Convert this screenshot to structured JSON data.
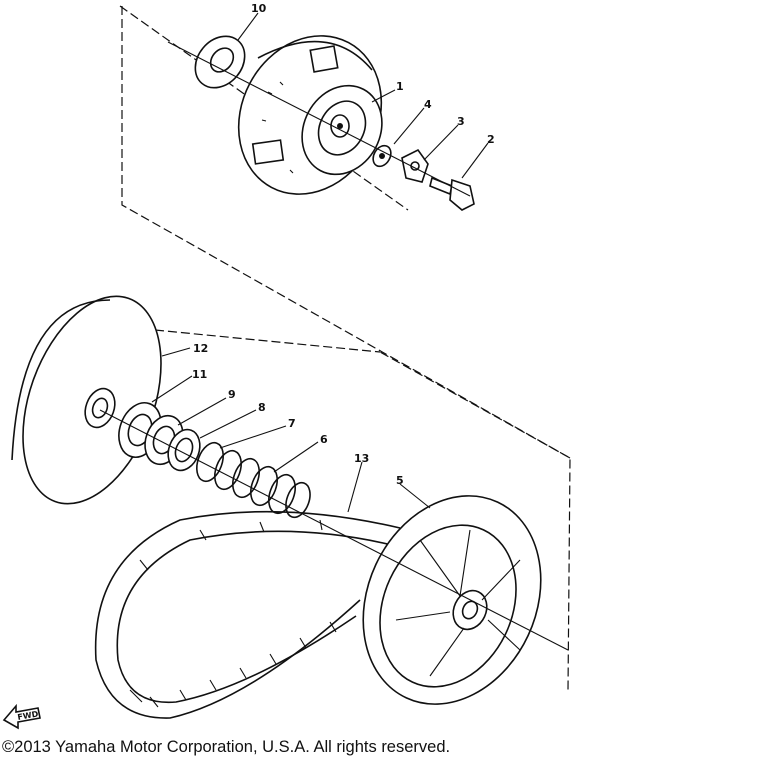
{
  "diagram": {
    "callouts": [
      {
        "id": "part-1",
        "label": "1"
      },
      {
        "id": "part-2",
        "label": "2"
      },
      {
        "id": "part-3",
        "label": "3"
      },
      {
        "id": "part-4",
        "label": "4"
      },
      {
        "id": "part-5",
        "label": "5"
      },
      {
        "id": "part-6",
        "label": "6"
      },
      {
        "id": "part-7",
        "label": "7"
      },
      {
        "id": "part-8",
        "label": "8"
      },
      {
        "id": "part-9",
        "label": "9"
      },
      {
        "id": "part-10",
        "label": "10"
      },
      {
        "id": "part-11",
        "label": "11"
      },
      {
        "id": "part-12",
        "label": "12"
      },
      {
        "id": "part-13",
        "label": "13"
      }
    ],
    "fwd_label": "FWD"
  },
  "footer": {
    "copyright": "©2013 Yamaha Motor Corporation, U.S.A. All rights reserved."
  }
}
